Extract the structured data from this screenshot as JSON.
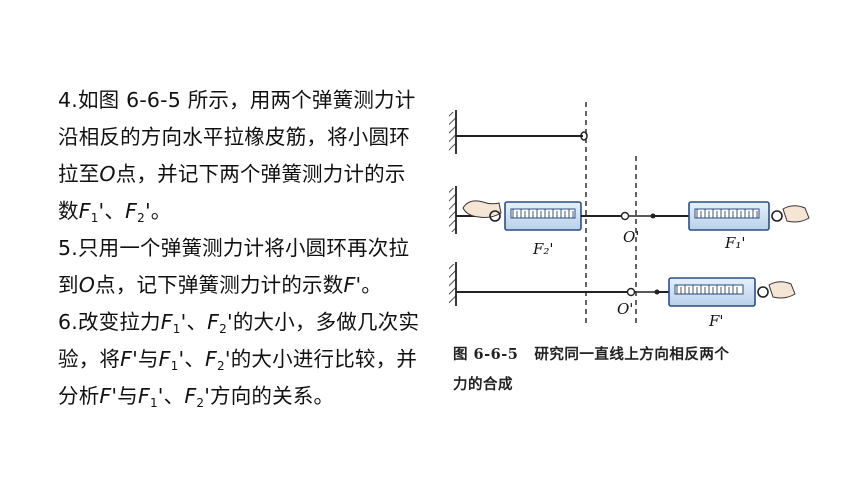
{
  "text": {
    "step4": {
      "line1": "4.如图 6-6-5 所示，用两个弹簧测力计",
      "line2": "沿相反的方向水平拉橡皮筋，将小圆环",
      "line3_a": "拉至",
      "point_o": "O",
      "line3_b": "点，并记下两个弹簧测力计的示",
      "line4_a": "数",
      "f": "F",
      "sub1": "1",
      "sub2": "2",
      "prime": "'",
      "sep": "、",
      "end": "。"
    },
    "step5": {
      "line1": "5.只用一个弹簧测力计将小圆环再次拉",
      "line2_a": "到",
      "line2_b": "点，记下弹簧测力计的示数",
      "line2_end": "。"
    },
    "step6": {
      "line1_a": "6.改变拉力",
      "line1_b": "的大小，多做几次实",
      "line2_a": "验，将",
      "yu": "与",
      "line2_b": "的大小进行比较，并",
      "line3_a": "分析",
      "line3_b": "方向的关系。"
    }
  },
  "figure": {
    "labels": {
      "o_mid": "O'",
      "o_bottom": "O'",
      "f2_prime": "F₂'",
      "f1_prime": "F₁'",
      "f_prime": "F'"
    },
    "caption": {
      "number": "图 6-6-5",
      "line1": "研究同一直线上方向相反两个",
      "line2": "力的合成"
    },
    "colors": {
      "gauge_body": "#cfe0f2",
      "gauge_edge": "#2b4f82",
      "scale": "#1a2a44",
      "wall_hatch": "#222222",
      "dashed_line": "#222222"
    }
  }
}
